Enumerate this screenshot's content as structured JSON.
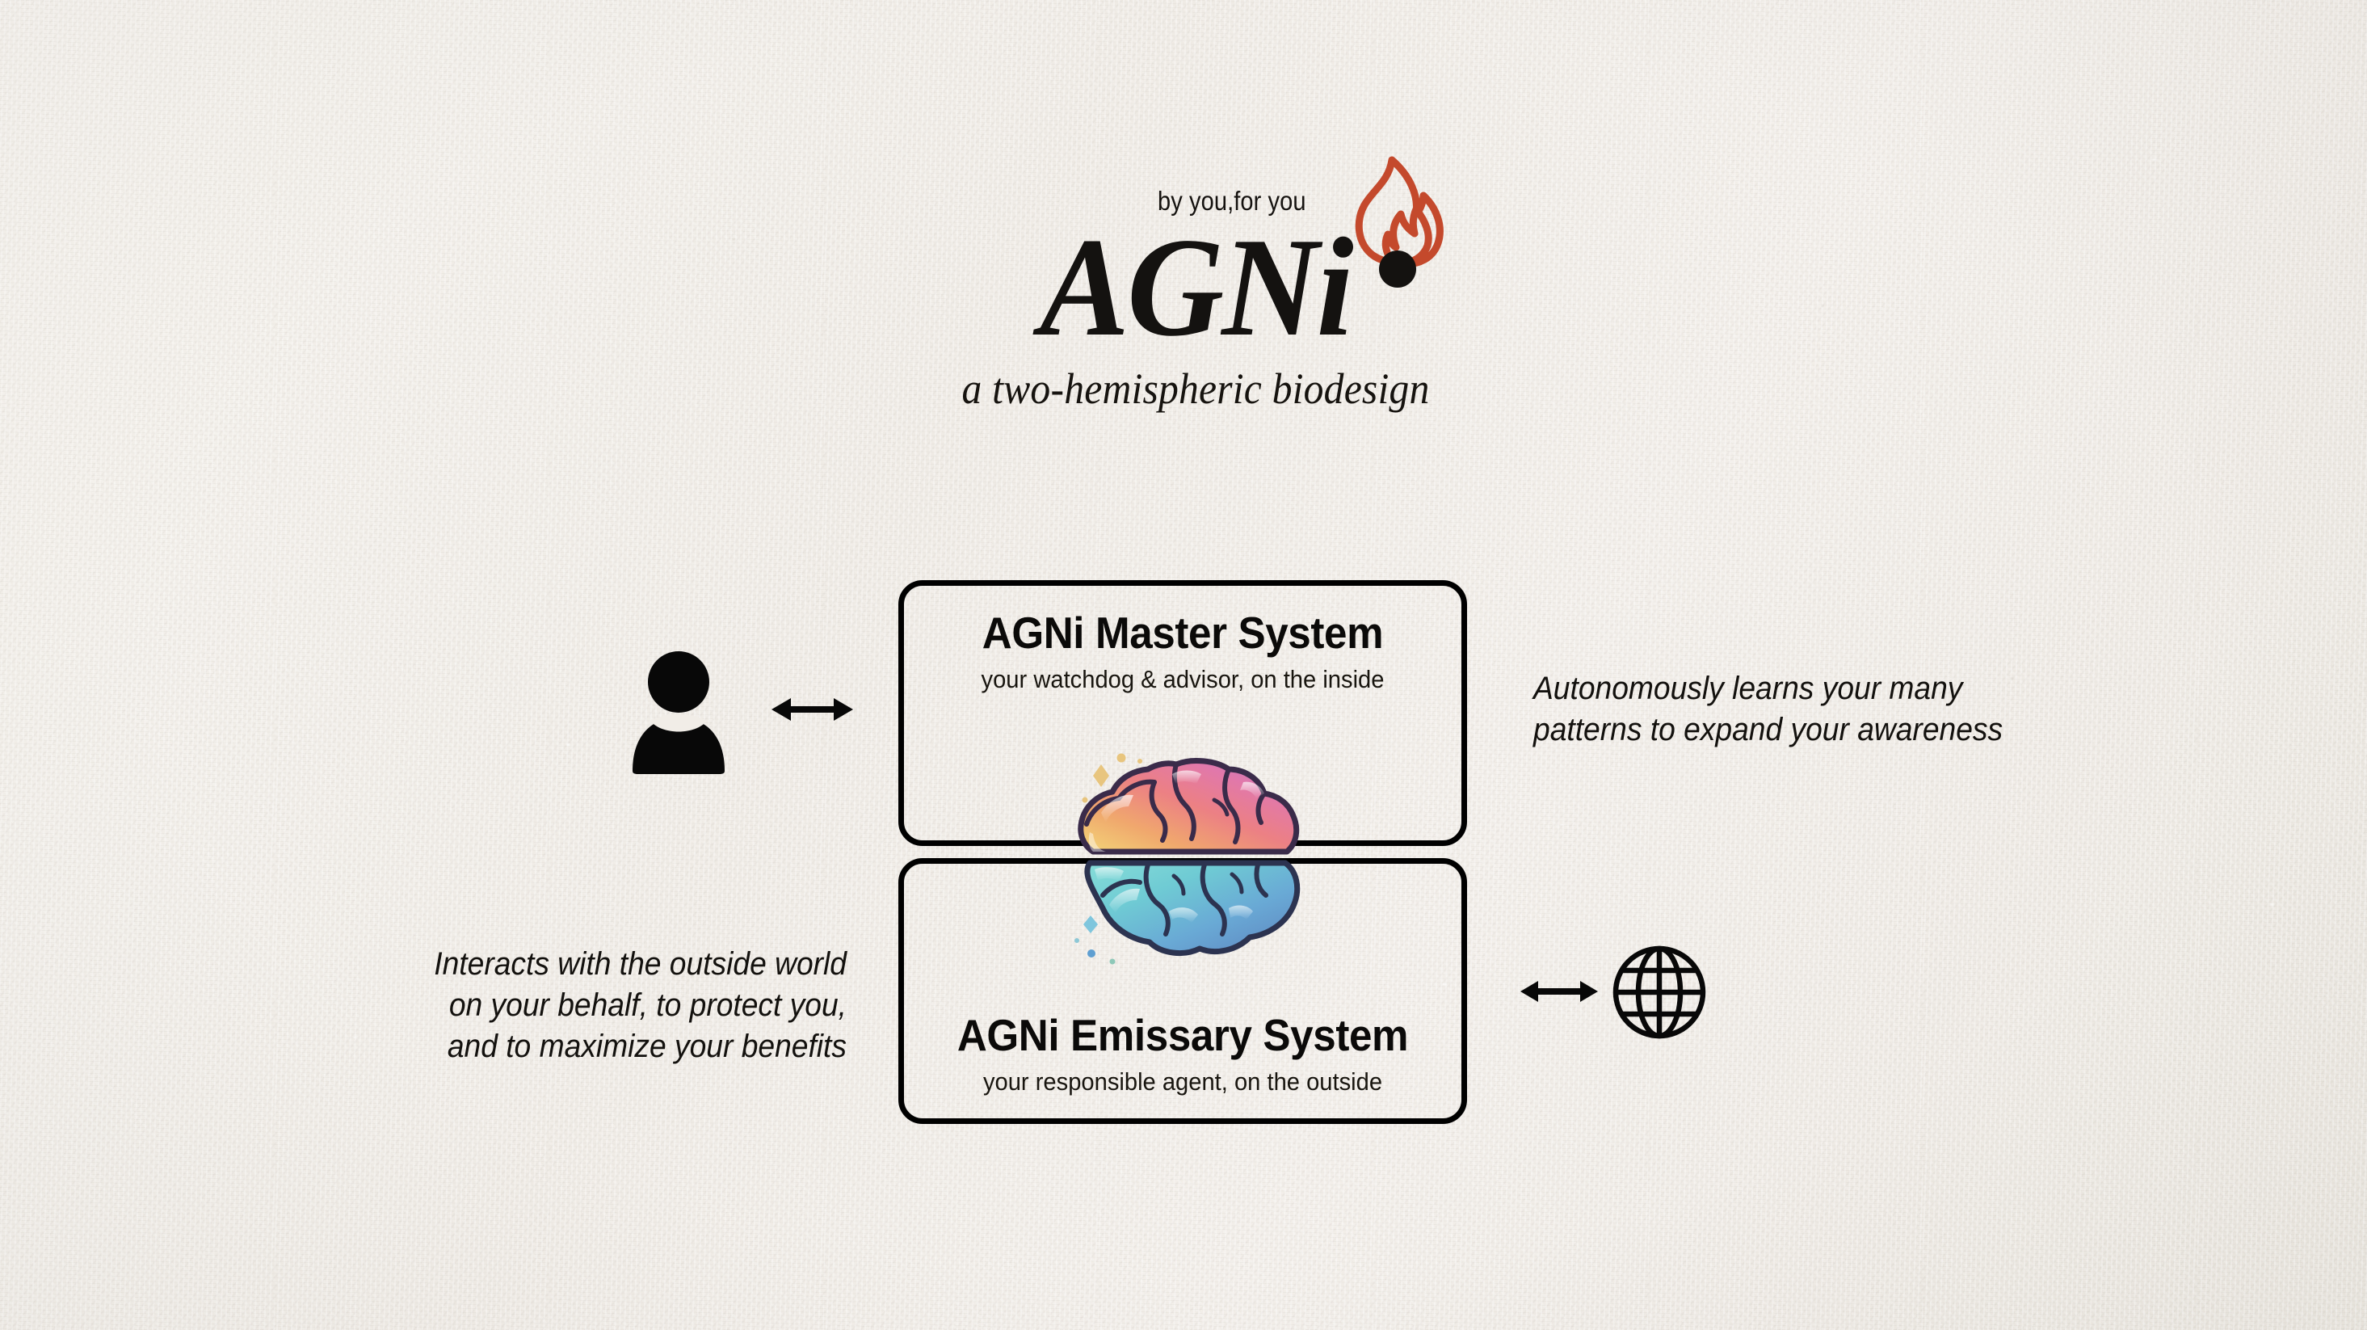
{
  "page": {
    "background_color": "#f1ede7",
    "ink_color": "#111111",
    "flame_color": "#c4492c"
  },
  "logo": {
    "tagline_top": "by you,for you",
    "wordmark": "AGNi",
    "tagline_bottom": "a two-hemispheric biodesign",
    "flame_icon": "flame-icon"
  },
  "diagram": {
    "master": {
      "title": "AGNi Master System",
      "subtitle": "your watchdog & advisor, on the inside"
    },
    "emissary": {
      "title": "AGNi Emissary System",
      "subtitle": "your responsible agent, on the outside"
    },
    "notes": {
      "right": "Autonomously learns your many\npatterns to expand your awareness",
      "left": "Interacts with the outside world\non your behalf, to protect you,\nand to maximize your benefits"
    },
    "icons": {
      "user": "person-icon",
      "world": "globe-icon",
      "link_top": "double-arrow-icon",
      "link_bottom": "double-arrow-icon",
      "center": "brain-icon"
    },
    "brain": {
      "upper_hemisphere_colors": [
        "#f0d071",
        "#ef9a6c",
        "#ec7e85",
        "#e07ba6",
        "#b974c8"
      ],
      "lower_hemisphere_colors": [
        "#7fd9d6",
        "#6fc9d4",
        "#6aafd6",
        "#5f90c9",
        "#5d83bf"
      ],
      "outline_color": "#2b2340"
    }
  }
}
